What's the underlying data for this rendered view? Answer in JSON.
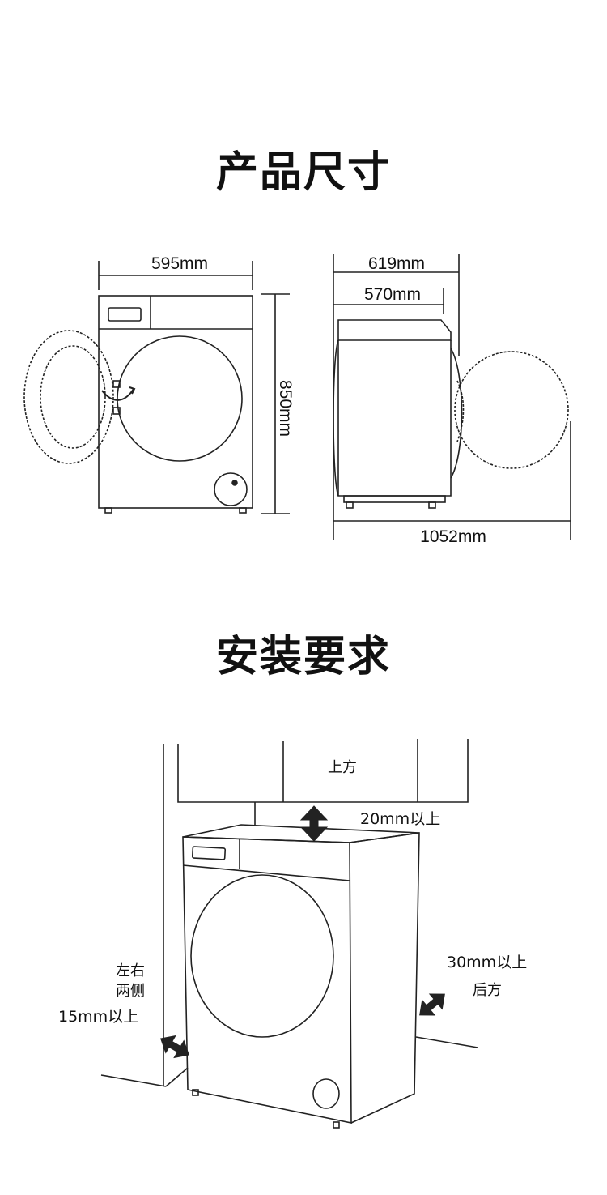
{
  "titles": {
    "product_size": "产品尺寸",
    "install_requirements": "安装要求"
  },
  "dimensions": {
    "width": "595mm",
    "height": "850mm",
    "depth_total": "619mm",
    "depth_body": "570mm",
    "depth_door_open": "1052mm"
  },
  "install": {
    "top_label": "上方",
    "top_clearance": "20mm以上",
    "side_label_line1": "左右",
    "side_label_line2": "两侧",
    "side_clearance": "15mm以上",
    "back_clearance": "30mm以上",
    "back_label": "后方"
  },
  "colors": {
    "line": "#222222",
    "text": "#111111",
    "background": "#ffffff"
  }
}
